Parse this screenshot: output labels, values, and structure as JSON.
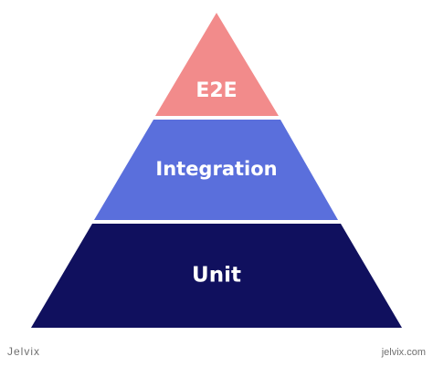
{
  "tiers": {
    "top": {
      "label": "E2E",
      "color": "#f28b8b"
    },
    "middle": {
      "label": "Integration",
      "color": "#5a6fdc"
    },
    "bottom": {
      "label": "Unit",
      "color": "#10105e"
    }
  },
  "footer": {
    "brand": "Jelvix",
    "url": "jelvix.com"
  }
}
